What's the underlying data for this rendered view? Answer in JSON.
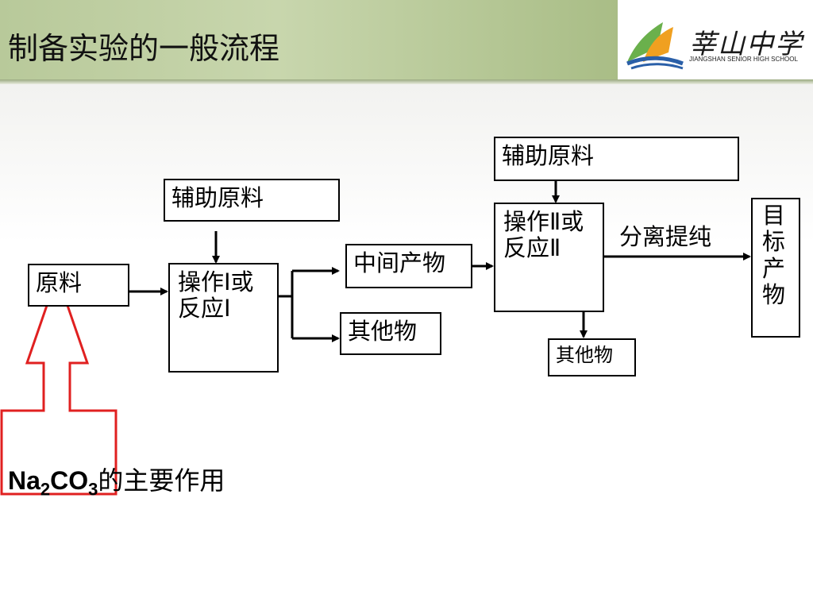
{
  "header": {
    "title": "制备实验的一般流程"
  },
  "logo": {
    "name_cn": "莘山中学",
    "name_en": "JIANGSHAN SENIOR HIGH SCHOOL"
  },
  "flow": {
    "raw_material": "原料",
    "aux_material_1": "辅助原料",
    "operation_1": "操作Ⅰ或反应Ⅰ",
    "intermediate": "中间产物",
    "byproduct_1": "其他物",
    "aux_material_2": "辅助原料",
    "operation_2": "操作Ⅱ或反应Ⅱ",
    "separation_label": "分离提纯",
    "byproduct_2": "其他物",
    "target_product": "目标产物"
  },
  "note": {
    "formula_parts": [
      "Na",
      "2",
      "CO",
      "3"
    ],
    "suffix": "的主要作用"
  },
  "colors": {
    "header_bg": "#b8c99a",
    "highlight_arrow": "#e02020",
    "logo_green": "#6ab04c",
    "logo_blue": "#2a5fa8",
    "logo_orange": "#f0a020"
  }
}
